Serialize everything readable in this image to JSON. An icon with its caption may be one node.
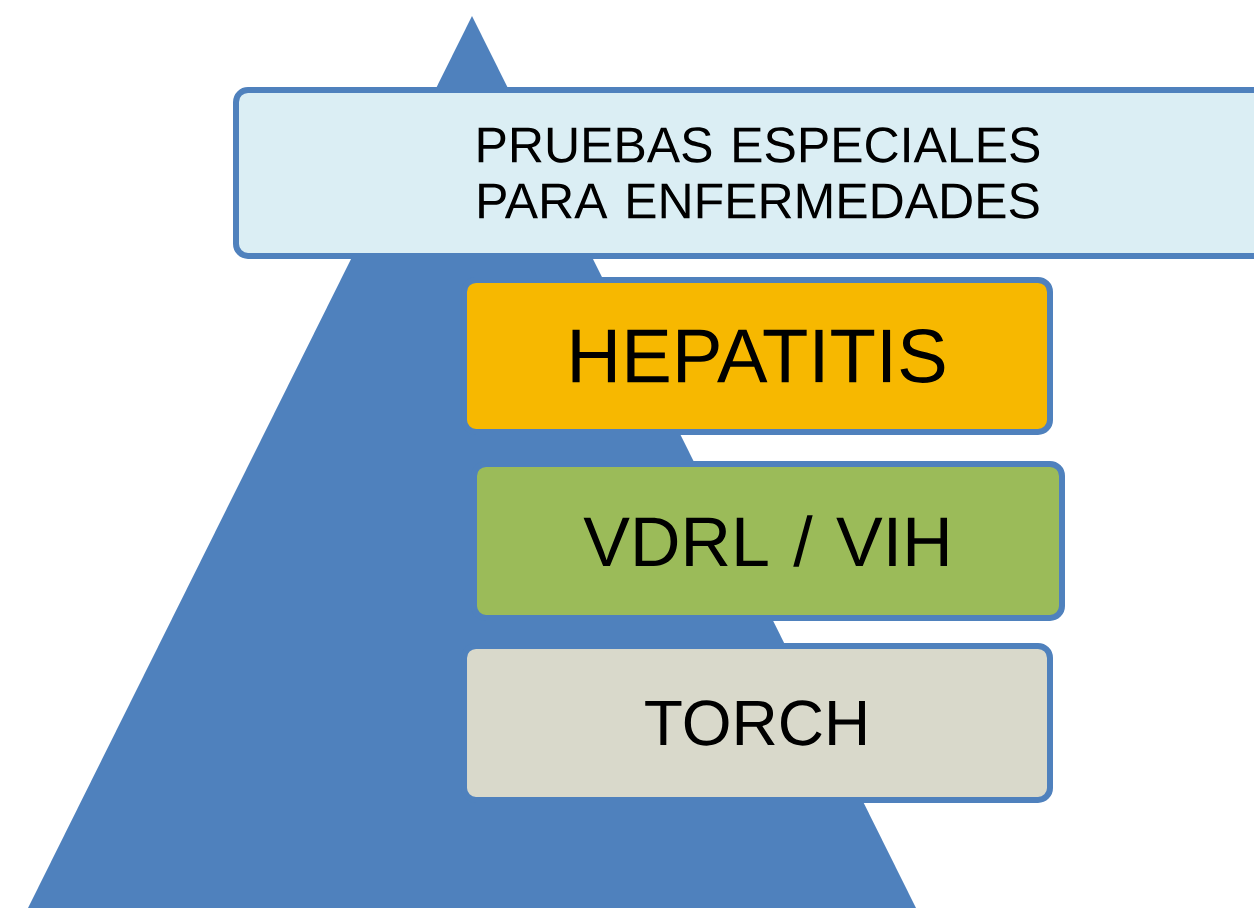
{
  "diagram": {
    "nodes": [
      {
        "text": [
          "PRUEBAS ESPECIALES PARA ENFERMEDADES"
        ]
      },
      {
        "text": [
          "HEPATITIS"
        ]
      },
      {
        "text": [
          "VDRL / VIH"
        ]
      },
      {
        "text": [
          "TORCH"
        ]
      }
    ]
  }
}
